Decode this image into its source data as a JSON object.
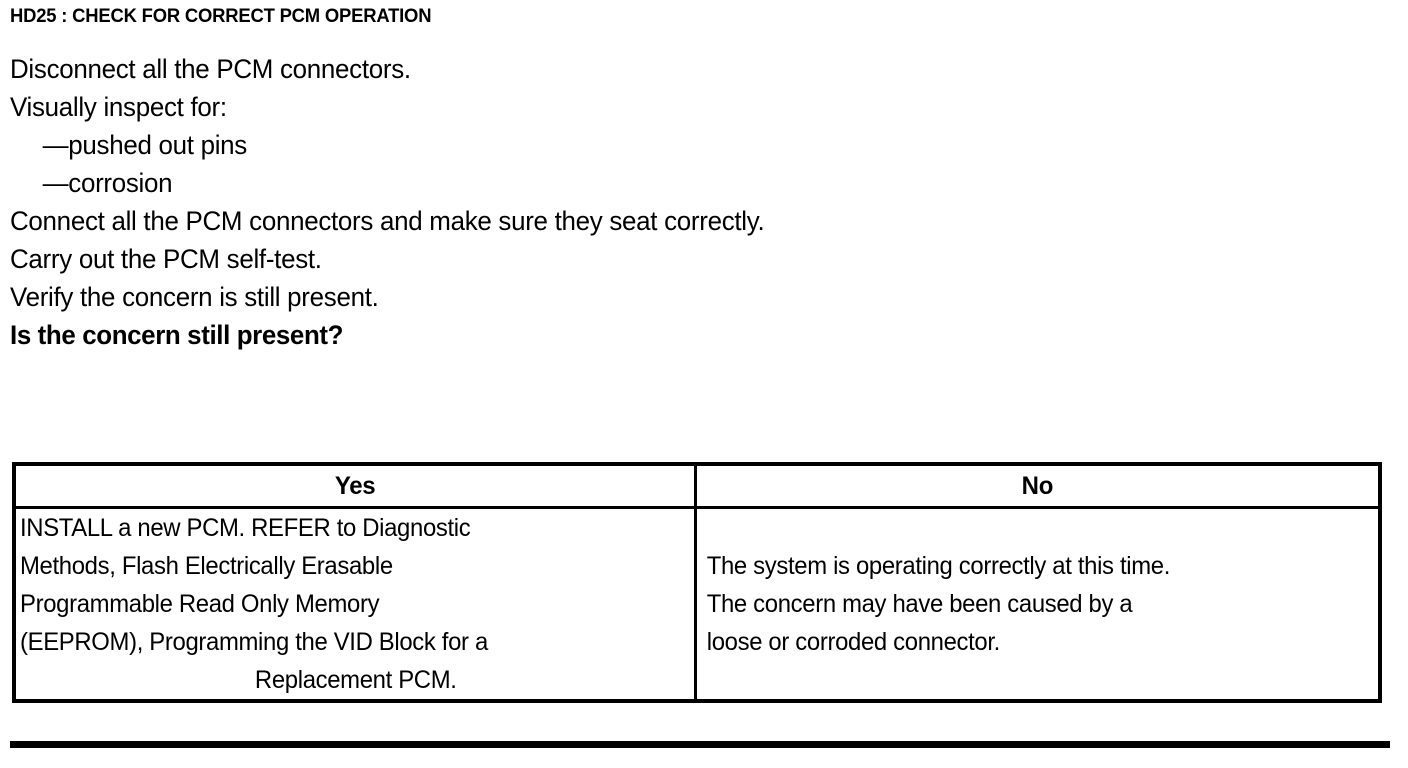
{
  "document": {
    "background_color": "#ffffff",
    "text_color": "#000000"
  },
  "step": {
    "title": "HD25 : CHECK FOR CORRECT PCM OPERATION",
    "instructions": [
      "Disconnect all the PCM connectors.",
      "Visually inspect for:",
      "—pushed out pins",
      "—corrosion",
      "Connect all the PCM connectors and make sure they seat correctly.",
      "Carry out the PCM self-test.",
      "Verify the concern is still present."
    ],
    "question": "Is the concern still present?"
  },
  "decision_table": {
    "headers": [
      "Yes",
      "No"
    ],
    "yes_cell_lines": [
      "INSTALL a new PCM. REFER to Diagnostic",
      "Methods, Flash Electrically Erasable",
      "Programmable Read Only Memory",
      "(EEPROM), Programming the VID Block for a",
      "Replacement PCM."
    ],
    "no_cell_lines": [
      "The system is operating correctly at this time.",
      "The concern may have been caused by a",
      "loose or corroded connector."
    ]
  }
}
